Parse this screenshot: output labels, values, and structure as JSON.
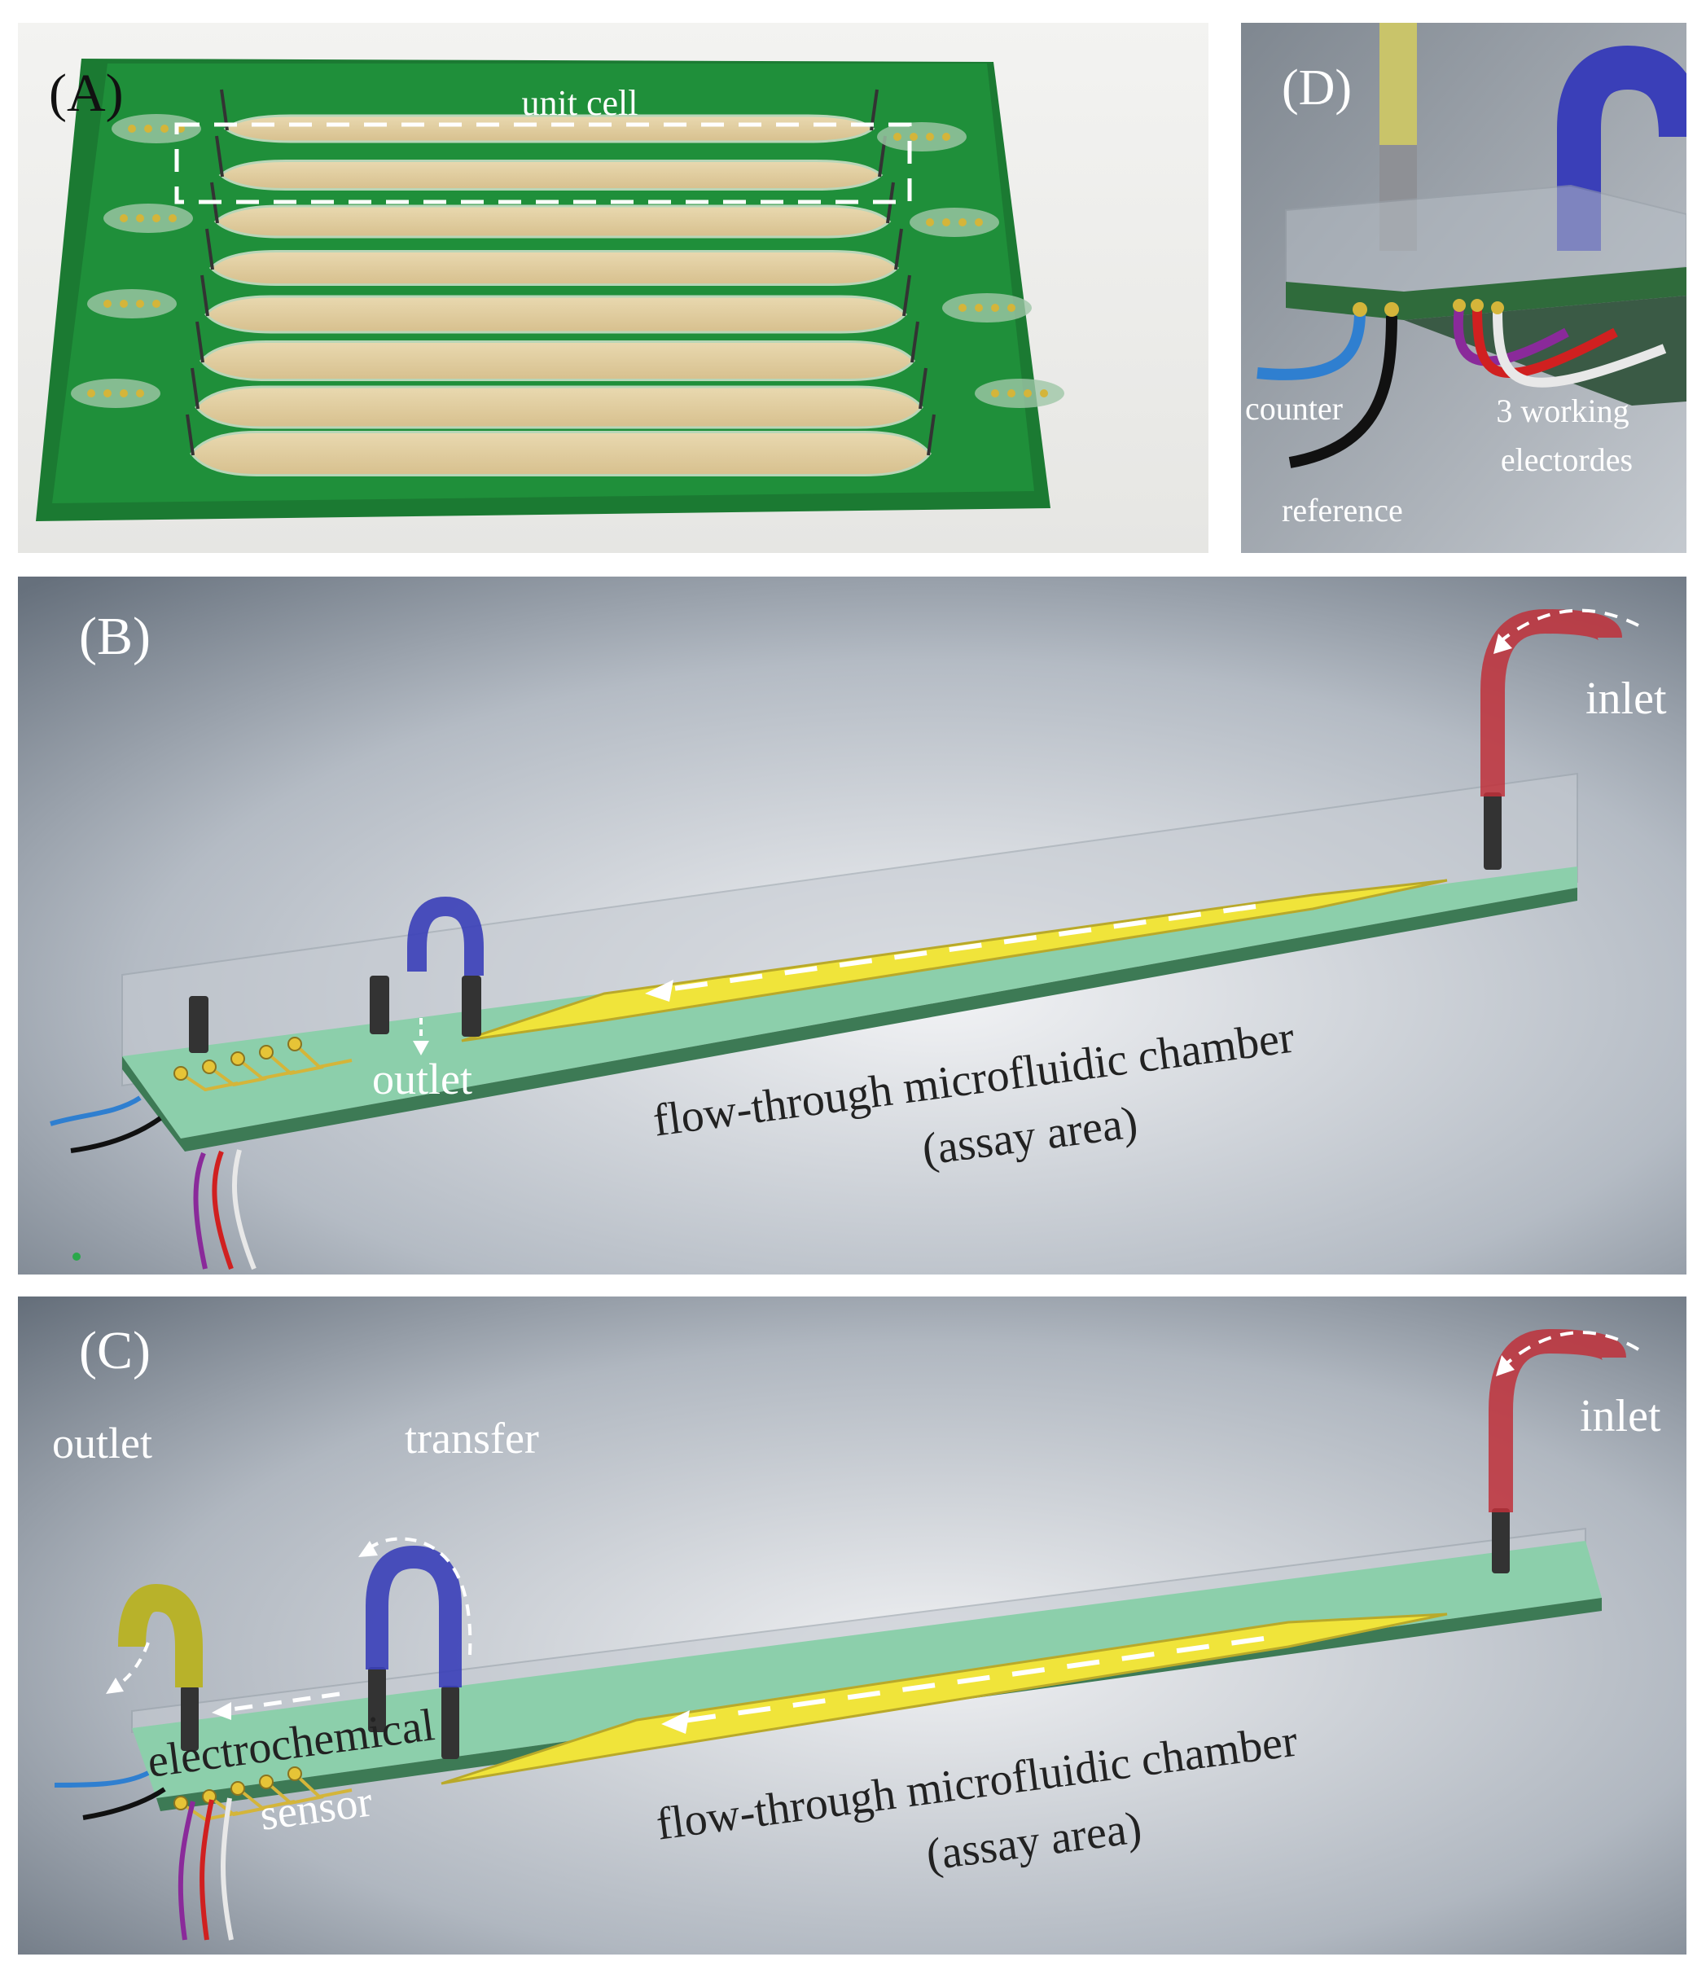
{
  "figure": {
    "panel_a": {
      "label": "(A)",
      "unit_cell_label": "unit cell",
      "chamber_count": 8
    },
    "panel_b": {
      "label": "(B)",
      "inlet_label": "inlet",
      "outlet_label": "outlet",
      "chamber_label_line1": "flow-through microfluidic chamber",
      "chamber_label_line2": "(assay area)"
    },
    "panel_c": {
      "label": "(C)",
      "inlet_label": "inlet",
      "outlet_label": "outlet",
      "transfer_label": "transfer",
      "sensor_label_line1": "electrochemical",
      "sensor_label_line2": "sensor",
      "chamber_label_line1": "flow-through microfluidic chamber",
      "chamber_label_line2": "(assay area)"
    },
    "panel_d": {
      "label": "(D)",
      "counter_label": "counter",
      "reference_label": "reference",
      "working_label_line1": "3 working",
      "working_label_line2": "electordes"
    }
  },
  "colors": {
    "pcb_green": "#1f8f3a",
    "chip_green": "#8ccfab",
    "gold": "#f0e43a",
    "inlet_tube": "#c0303a",
    "transfer_tube": "#3a3fb8",
    "outlet_tube": "#b8b22a",
    "counter_wire": "#2f7fd0",
    "reference_wire": "#111111",
    "working_wire_1": "#8a2a9a",
    "working_wire_2": "#d02020",
    "working_wire_3": "#e8e8e8"
  }
}
